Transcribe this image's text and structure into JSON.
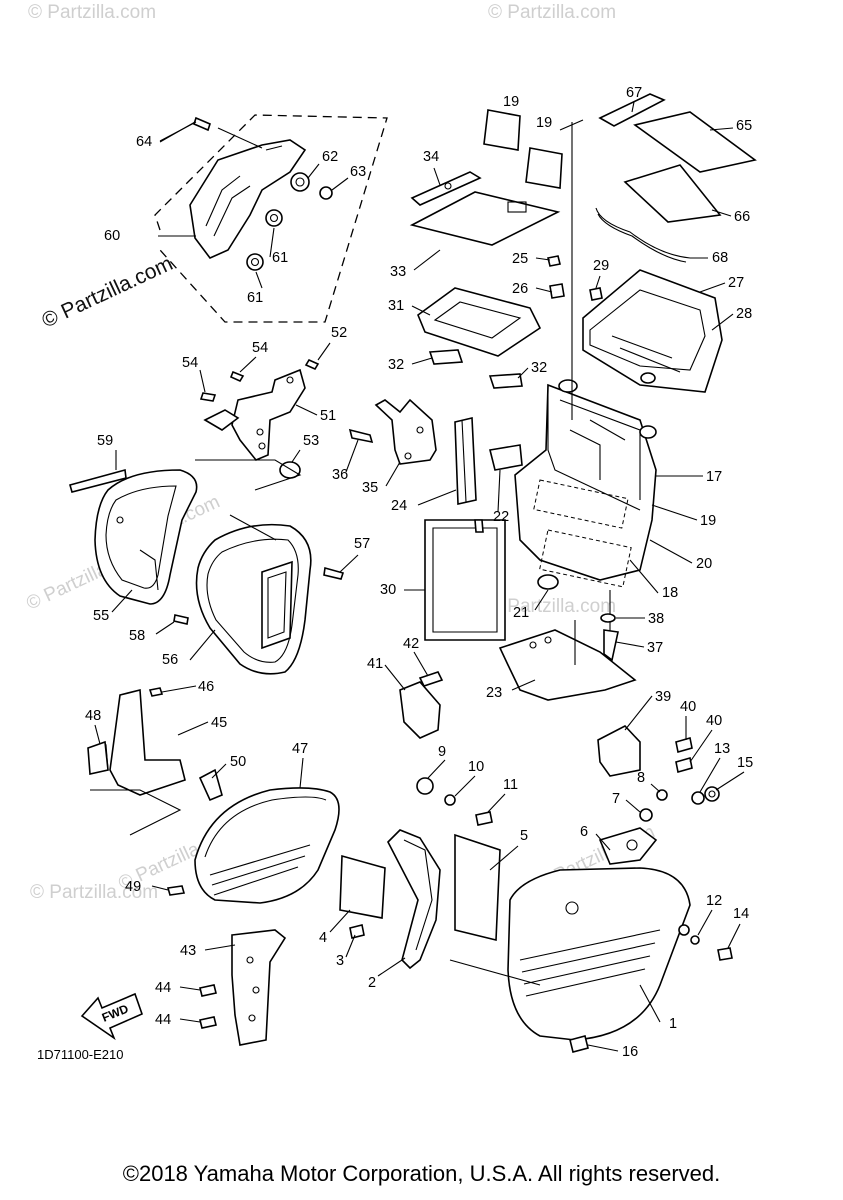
{
  "diagram": {
    "code": "1D71100-E210",
    "fwd_label": "FWD",
    "copyright": "©2018 Yamaha Motor Corporation, U.S.A. All rights reserved.",
    "watermark_main": "© Partzilla.com",
    "watermark_small": "© Partzilla.com"
  },
  "callouts": {
    "c1": "1",
    "c2": "2",
    "c3": "3",
    "c4": "4",
    "c5": "5",
    "c6": "6",
    "c7": "7",
    "c8": "8",
    "c9": "9",
    "c10": "10",
    "c11": "11",
    "c12": "12",
    "c13": "13",
    "c14": "14",
    "c15": "15",
    "c16": "16",
    "c17": "17",
    "c18": "18",
    "c19": "19",
    "c20": "20",
    "c21": "21",
    "c22": "22",
    "c23": "23",
    "c24": "24",
    "c25": "25",
    "c26": "26",
    "c27": "27",
    "c28": "28",
    "c29": "29",
    "c30": "30",
    "c31": "31",
    "c32": "32",
    "c33": "33",
    "c34": "34",
    "c35": "35",
    "c36": "36",
    "c37": "37",
    "c38": "38",
    "c39": "39",
    "c40": "40",
    "c41": "41",
    "c42": "42",
    "c43": "43",
    "c44": "44",
    "c45": "45",
    "c46": "46",
    "c47": "47",
    "c48": "48",
    "c49": "49",
    "c50": "50",
    "c51": "51",
    "c52": "52",
    "c53": "53",
    "c54": "54",
    "c55": "55",
    "c56": "56",
    "c57": "57",
    "c58": "58",
    "c59": "59",
    "c60": "60",
    "c61": "61",
    "c62": "62",
    "c63": "63",
    "c64": "64",
    "c65": "65",
    "c66": "66",
    "c67": "67",
    "c68": "68"
  }
}
